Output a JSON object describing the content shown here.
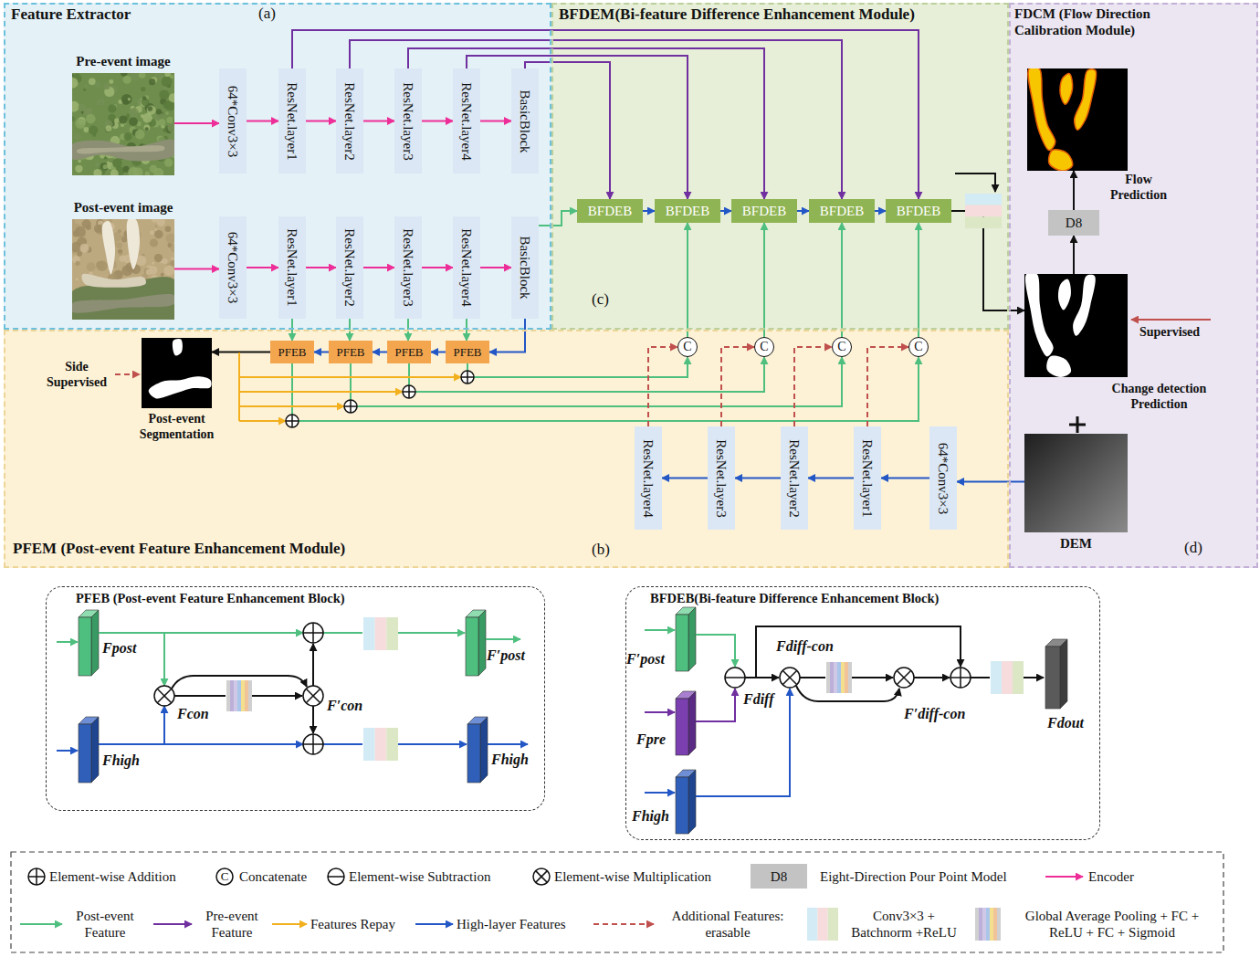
{
  "diagram": {
    "nodes": [
      {
        "text": [
          "Feature Extractor"
        ]
      },
      {
        "text": [
          "Pre-event image"
        ],
        "in": 0
      },
      {
        "text": [
          "64*Conv3×3"
        ],
        "in": 0
      },
      {
        "text": [
          "ResNet.layer1"
        ],
        "in": 0
      },
      {
        "text": [
          "ResNet.layer2"
        ],
        "in": 0
      },
      {
        "text": [
          "ResNet.layer3"
        ],
        "in": 0
      },
      {
        "text": [
          "ResNet.layer4"
        ],
        "in": 0
      },
      {
        "text": [
          "BasicBlock"
        ],
        "in": 0
      },
      {
        "text": [
          "Post-event image"
        ],
        "in": 0
      },
      {
        "text": [
          "64*Conv3×3"
        ],
        "in": 0
      },
      {
        "text": [
          "ResNet.layer1"
        ],
        "in": 0
      },
      {
        "text": [
          "ResNet.layer2"
        ],
        "in": 0
      },
      {
        "text": [
          "ResNet.layer3"
        ],
        "in": 0
      },
      {
        "text": [
          "ResNet.layer4"
        ],
        "in": 0
      },
      {
        "text": [
          "BasicBlock"
        ],
        "in": 0
      },
      {
        "text": [
          "BFDEM(Bi-feature Difference Enhancement Module)"
        ]
      },
      {
        "text": [
          "BFDEB"
        ],
        "in": 15
      },
      {
        "text": [
          "BFDEB"
        ],
        "in": 15
      },
      {
        "text": [
          "BFDEB"
        ],
        "in": 15
      },
      {
        "text": [
          "BFDEB"
        ],
        "in": 15
      },
      {
        "text": [
          "BFDEB"
        ],
        "in": 15
      },
      {
        "text": [
          "FDCM (Flow Direction Calibration Module)"
        ]
      },
      {
        "text": [
          "Flow Prediction"
        ],
        "in": 21
      },
      {
        "text": [
          "D8"
        ],
        "in": 21
      },
      {
        "text": [
          "Change detection Prediction"
        ],
        "in": 21
      },
      {
        "text": [
          "DEM"
        ],
        "in": 21
      },
      {
        "text": [
          "PFEM (Post-event Feature Enhancement Module)"
        ]
      },
      {
        "text": [
          "PFEB"
        ],
        "in": 26
      },
      {
        "text": [
          "PFEB"
        ],
        "in": 26
      },
      {
        "text": [
          "PFEB"
        ],
        "in": 26
      },
      {
        "text": [
          "PFEB"
        ],
        "in": 26
      },
      {
        "text": [
          "Post-event Segmentation"
        ],
        "in": 26
      },
      {
        "text": [
          "C"
        ],
        "in": 26
      },
      {
        "text": [
          "C"
        ],
        "in": 26
      },
      {
        "text": [
          "C"
        ],
        "in": 26
      },
      {
        "text": [
          "C"
        ],
        "in": 26
      },
      {
        "text": [
          "ResNet.layer4"
        ],
        "in": 26
      },
      {
        "text": [
          "ResNet.layer3"
        ],
        "in": 26
      },
      {
        "text": [
          "ResNet.layer2"
        ],
        "in": 26
      },
      {
        "text": [
          "ResNet.layer1"
        ],
        "in": 26
      },
      {
        "text": [
          "64*Conv3×3"
        ],
        "in": 26
      },
      {
        "text": [
          "PFEB (Post-event Feature Enhancement Block)"
        ]
      },
      {
        "text": [
          "BFDEB(Bi-feature Difference Enhancement Block)"
        ]
      }
    ],
    "edges": [
      {
        "from": 1,
        "to": 2,
        "arrow": "to"
      },
      {
        "from": 2,
        "to": 3,
        "arrow": "to"
      },
      {
        "from": 3,
        "to": 4,
        "arrow": "to"
      },
      {
        "from": 4,
        "to": 5,
        "arrow": "to"
      },
      {
        "from": 5,
        "to": 6,
        "arrow": "to"
      },
      {
        "from": 6,
        "to": 7,
        "arrow": "to"
      },
      {
        "from": 8,
        "to": 9,
        "arrow": "to"
      },
      {
        "from": 9,
        "to": 10,
        "arrow": "to"
      },
      {
        "from": 10,
        "to": 11,
        "arrow": "to"
      },
      {
        "from": 11,
        "to": 12,
        "arrow": "to"
      },
      {
        "from": 12,
        "to": 13,
        "arrow": "to"
      },
      {
        "from": 13,
        "to": 14,
        "arrow": "to"
      },
      {
        "from": 3,
        "to": 20,
        "arrow": "to"
      },
      {
        "from": 4,
        "to": 19,
        "arrow": "to"
      },
      {
        "from": 5,
        "to": 18,
        "arrow": "to"
      },
      {
        "from": 6,
        "to": 17,
        "arrow": "to"
      },
      {
        "from": 7,
        "to": 16,
        "arrow": "to"
      },
      {
        "from": 14,
        "to": 16,
        "arrow": "to"
      },
      {
        "from": 16,
        "to": 17,
        "arrow": "to"
      },
      {
        "from": 17,
        "to": 18,
        "arrow": "to"
      },
      {
        "from": 18,
        "to": 19,
        "arrow": "to"
      },
      {
        "from": 19,
        "to": 20,
        "arrow": "to"
      },
      {
        "from": 20,
        "to": 24,
        "arrow": "to"
      },
      {
        "from": 24,
        "to": 23,
        "arrow": "to"
      },
      {
        "from": 23,
        "to": 22,
        "arrow": "to"
      },
      {
        "from": 10,
        "to": 27,
        "arrow": "to"
      },
      {
        "from": 11,
        "to": 28,
        "arrow": "to"
      },
      {
        "from": 12,
        "to": 29,
        "arrow": "to"
      },
      {
        "from": 13,
        "to": 30,
        "arrow": "to"
      },
      {
        "from": 14,
        "to": 30,
        "arrow": "to"
      },
      {
        "from": 30,
        "to": 29,
        "arrow": "to"
      },
      {
        "from": 29,
        "to": 28,
        "arrow": "to"
      },
      {
        "from": 28,
        "to": 27,
        "arrow": "to"
      },
      {
        "from": 27,
        "to": 31,
        "arrow": "to"
      },
      {
        "from": 30,
        "to": 32,
        "arrow": "to"
      },
      {
        "from": 29,
        "to": 33,
        "arrow": "to"
      },
      {
        "from": 28,
        "to": 34,
        "arrow": "to"
      },
      {
        "from": 27,
        "to": 35,
        "arrow": "to"
      },
      {
        "from": 32,
        "to": 17,
        "arrow": "to"
      },
      {
        "from": 33,
        "to": 18,
        "arrow": "to"
      },
      {
        "from": 34,
        "to": 19,
        "arrow": "to"
      },
      {
        "from": 35,
        "to": 20,
        "arrow": "to"
      },
      {
        "from": 25,
        "to": 40,
        "arrow": "to"
      },
      {
        "from": 40,
        "to": 39,
        "arrow": "to"
      },
      {
        "from": 39,
        "to": 38,
        "arrow": "to"
      },
      {
        "from": 38,
        "to": 37,
        "arrow": "to"
      },
      {
        "from": 37,
        "to": 36,
        "arrow": "to"
      },
      {
        "from": 36,
        "to": 32,
        "arrow": "to"
      },
      {
        "from": 37,
        "to": 33,
        "arrow": "to"
      },
      {
        "from": 38,
        "to": 34,
        "arrow": "to"
      },
      {
        "from": 39,
        "to": 35,
        "arrow": "to"
      }
    ],
    "labels": [
      "(a)",
      "(c)",
      "(b)",
      "(d)",
      "Side Supervised",
      "Supervised",
      "Fpost",
      "F′post",
      "Fcon",
      "F′con",
      "Fhigh",
      "Fhigh",
      "F′post",
      "Fpre",
      "Fhigh",
      "Fdiff",
      "Fdiff-con",
      "F′diff-con",
      "Fdout",
      "C",
      "D8"
    ],
    "legend": [
      {
        "text": "Element-wise Addition"
      },
      {
        "text": "Concatenate"
      },
      {
        "text": "Element-wise Subtraction"
      },
      {
        "text": "Element-wise Multiplication"
      },
      {
        "text": "Eight-Direction Pour Point Model"
      },
      {
        "text": "Encoder"
      },
      {
        "text": "Post-event Feature"
      },
      {
        "text": "Pre-event Feature"
      },
      {
        "text": "Features Repay"
      },
      {
        "text": "High-layer Features"
      },
      {
        "text": "Additional Features: erasable"
      },
      {
        "text": "Conv3×3 + Batchnorm +ReLU"
      },
      {
        "text": "Global Average Pooling + FC + ReLU + FC + Sigmoid"
      }
    ]
  }
}
